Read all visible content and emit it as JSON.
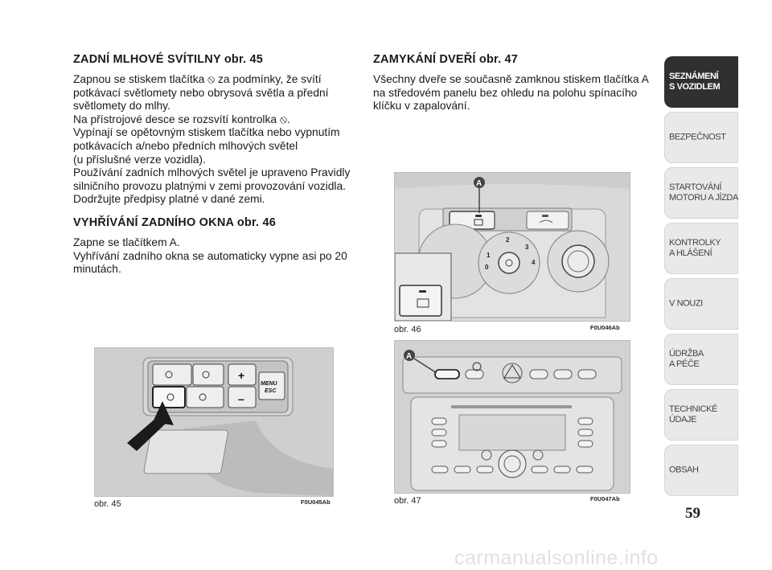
{
  "left_column": {
    "sections": [
      {
        "heading": "ZADNÍ MLHOVÉ SVÍTILNY",
        "ref": "obr. 45",
        "lines": [
          "Zapnou se stiskem tlačítka ⦸ za podmínky, že svítí",
          "potkávací světlomety nebo obrysová světla a přední",
          "světlomety do mlhy.",
          "Na přístrojové desce se rozsvítí kontrolka ⦸.",
          "Vypínají se opětovným stiskem tlačítka nebo vypnutím",
          "potkávacích a/nebo předních mlhových světel",
          "(u příslušné verze vozidla).",
          "Používání zadních mlhových světel je upraveno Pravidly",
          "silničního provozu platnými v zemi provozování vozidla.",
          "Dodržujte předpisy platné v dané zemi."
        ]
      },
      {
        "heading": "VYHŘÍVÁNÍ ZADNÍHO OKNA",
        "ref": "obr. 46",
        "lines": [
          "Zapne se tlačítkem A.",
          "Vyhřívání zadního okna se automaticky vypne asi po 20",
          "minutách."
        ]
      }
    ]
  },
  "right_column": {
    "sections": [
      {
        "heading": "ZAMYKÁNÍ DVEŘÍ",
        "ref": "obr. 47",
        "lines": [
          "Všechny dveře se současně zamknou stiskem tlačítka A",
          "na středovém panelu bez ohledu na polohu spínacího",
          "klíčku v zapalování."
        ]
      }
    ]
  },
  "figures": {
    "fig45": {
      "caption": "obr. 45",
      "code": "F0U045Ab",
      "menu_label": "MENU",
      "esc_label": "ESC",
      "plus": "+",
      "minus": "–"
    },
    "fig46": {
      "caption": "obr. 46",
      "code": "F0U046Ab",
      "marker": "A",
      "dial_numbers": [
        "0",
        "1",
        "2",
        "3",
        "4"
      ]
    },
    "fig47": {
      "caption": "obr. 47",
      "code": "F0U047Ab",
      "marker": "A"
    }
  },
  "sidebar": {
    "tabs": [
      {
        "label": "SEZNÁMENÍ\nS VOZIDLEM",
        "active": true
      },
      {
        "label": "BEZPEČNOST",
        "active": false
      },
      {
        "label": "STARTOVÁNÍ\nMOTORU A JÍZDA",
        "active": false
      },
      {
        "label": "KONTROLKY\nA HLÁŠENÍ",
        "active": false
      },
      {
        "label": "V NOUZI",
        "active": false
      },
      {
        "label": "ÚDRŽBA\nA PÉČE",
        "active": false
      },
      {
        "label": "TECHNICKÉ\nÚDAJE",
        "active": false
      },
      {
        "label": "OBSAH",
        "active": false
      }
    ]
  },
  "page_number": "59",
  "watermark": "carmanualsonline.info"
}
